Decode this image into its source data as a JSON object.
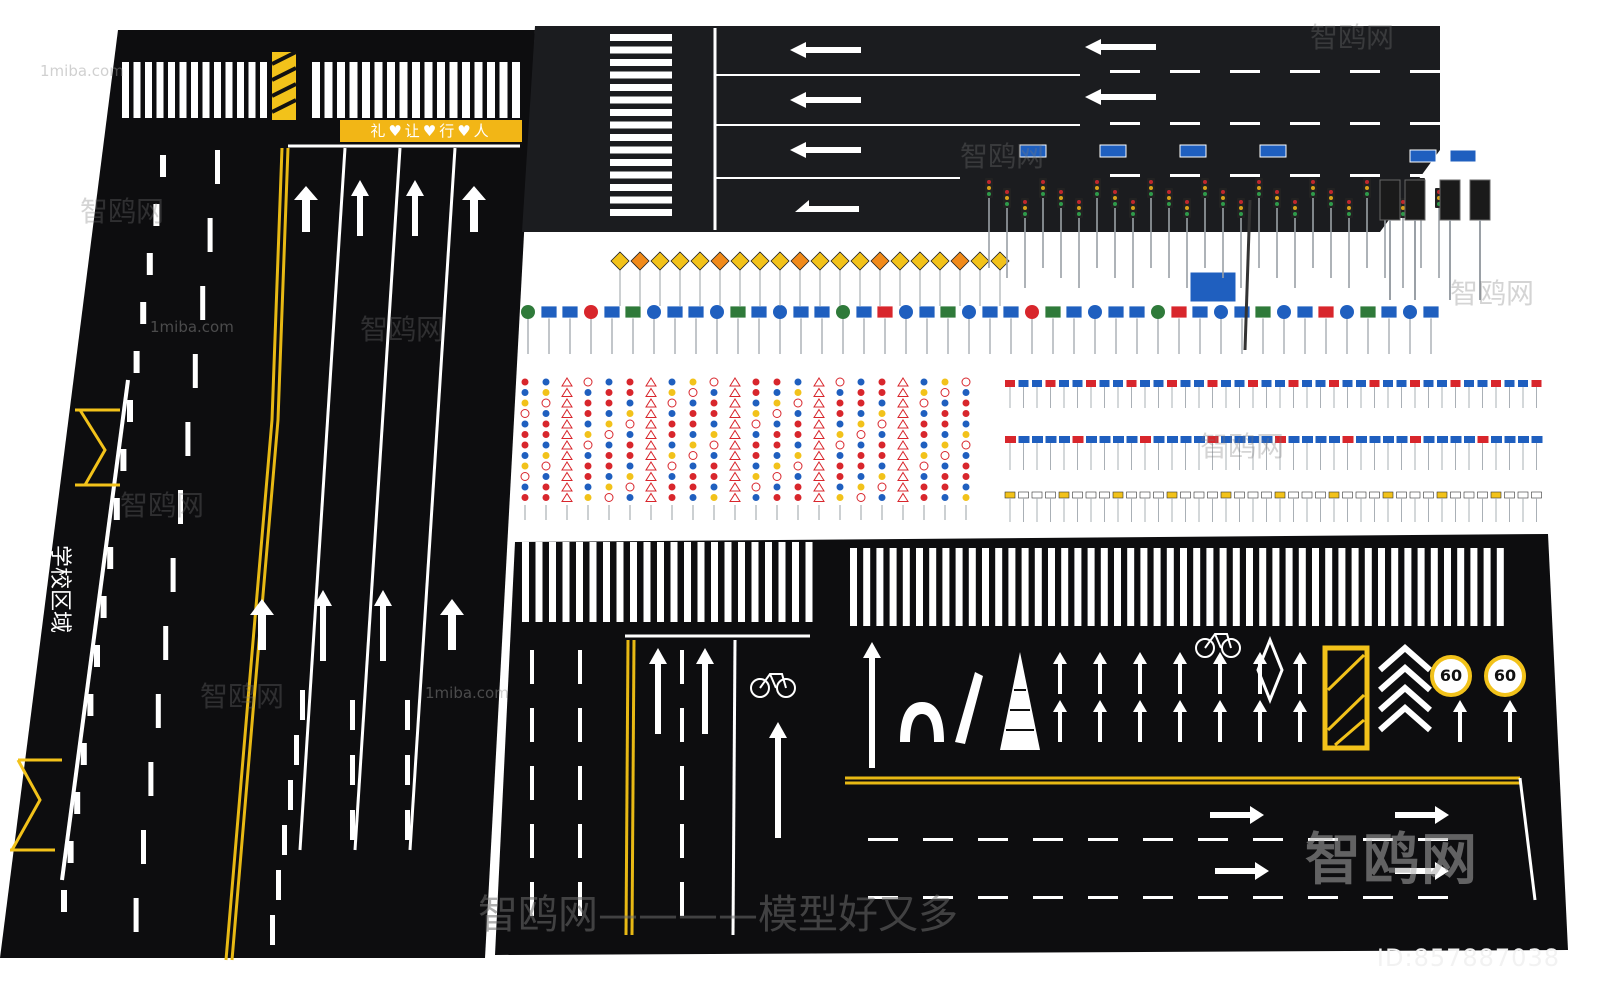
{
  "watermarks": {
    "brand_logo": "智鸥网",
    "slogan": "智鸥网————模型好又多",
    "site": "1miba.com",
    "id_label": "ID:857887038"
  },
  "road_text": {
    "courtesy_banner": "礼♥让♥行♥人",
    "school_zone": "学校区域",
    "speed_limit": "60"
  },
  "colors": {
    "asphalt": "#0d0d0f",
    "marking_white": "#ffffff",
    "marking_yellow": "#f2c21a",
    "sign_blue": "#1f5fbf",
    "sign_red": "#d8262c",
    "sign_yellow": "#f2b616"
  },
  "icons": [
    "bicycle-icon",
    "arrow-straight-icon",
    "arrow-left-icon",
    "arrow-right-icon",
    "u-turn-icon",
    "traffic-light-icon",
    "road-sign-icon"
  ]
}
